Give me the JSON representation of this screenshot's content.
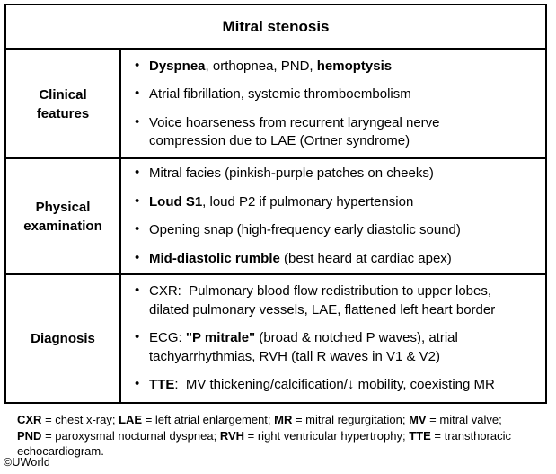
{
  "table": {
    "title": "Mitral stenosis",
    "rows": [
      {
        "label": "Clinical features",
        "bullets": [
          [
            {
              "t": "Dyspnea",
              "b": true
            },
            {
              "t": ", orthopnea, PND, ",
              "b": false
            },
            {
              "t": "hemoptysis",
              "b": true
            }
          ],
          [
            {
              "t": "Atrial fibrillation, systemic thromboembolism",
              "b": false
            }
          ],
          [
            {
              "t": "Voice hoarseness from recurrent laryngeal nerve\ncompression due to LAE (Ortner syndrome)",
              "b": false
            }
          ]
        ]
      },
      {
        "label": "Physical examination",
        "bullets": [
          [
            {
              "t": "Mitral facies (pinkish-purple patches on cheeks)",
              "b": false
            }
          ],
          [
            {
              "t": "Loud S1",
              "b": true
            },
            {
              "t": ", loud P2 if pulmonary hypertension",
              "b": false
            }
          ],
          [
            {
              "t": "Opening snap (high-frequency early diastolic sound)",
              "b": false
            }
          ],
          [
            {
              "t": "Mid-diastolic rumble",
              "b": true
            },
            {
              "t": " (best heard at cardiac apex)",
              "b": false
            }
          ]
        ]
      },
      {
        "label": "Diagnosis",
        "bullets": [
          [
            {
              "t": "CXR:  Pulmonary blood flow redistribution to upper lobes,\ndilated pulmonary vessels, LAE, flattened left heart border",
              "b": false
            }
          ],
          [
            {
              "t": "ECG: ",
              "b": false
            },
            {
              "t": "\"P mitrale\"",
              "b": true
            },
            {
              "t": " (broad & notched P waves), atrial\ntachyarrhythmias, RVH (tall R waves in V1 & V2)",
              "b": false
            }
          ],
          [
            {
              "t": "TTE",
              "b": true
            },
            {
              "t": ":  MV thickening/calcification/↓ mobility, coexisting MR",
              "b": false
            }
          ]
        ]
      }
    ]
  },
  "footnote": {
    "segments": [
      {
        "t": "CXR",
        "b": true
      },
      {
        "t": " = chest x-ray; ",
        "b": false
      },
      {
        "t": "LAE",
        "b": true
      },
      {
        "t": " = left atrial enlargement; ",
        "b": false
      },
      {
        "t": "MR",
        "b": true
      },
      {
        "t": " = mitral regurgitation; ",
        "b": false
      },
      {
        "t": "MV",
        "b": true
      },
      {
        "t": " = mitral valve;\n",
        "b": false
      },
      {
        "t": "PND",
        "b": true
      },
      {
        "t": " = paroxysmal nocturnal dyspnea; ",
        "b": false
      },
      {
        "t": "RVH",
        "b": true
      },
      {
        "t": " = right ventricular hypertrophy; ",
        "b": false
      },
      {
        "t": "TTE",
        "b": true
      },
      {
        "t": " = transthoracic\nechocardiogram.",
        "b": false
      }
    ]
  },
  "copyright": "©UWorld",
  "colors": {
    "background": "#ffffff",
    "text": "#000000",
    "border": "#000000"
  }
}
